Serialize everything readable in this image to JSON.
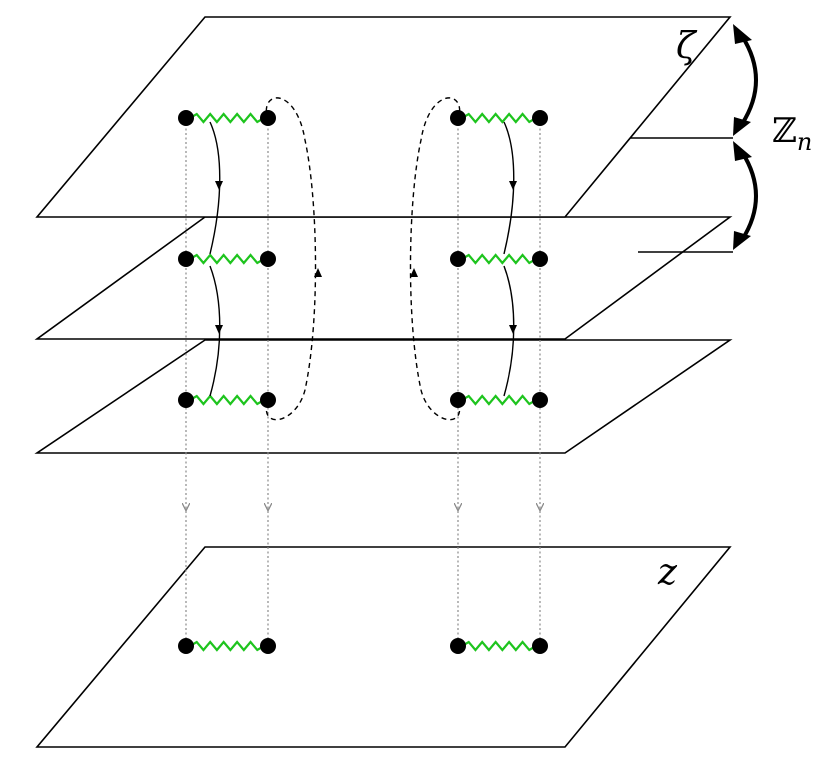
{
  "labels": {
    "zeta": "ζ",
    "zn": "ℤ",
    "zn_sub": "n",
    "z": "z"
  },
  "colors": {
    "cut": "#1ec41e",
    "point": "#000000",
    "projection": "#8a8a8a"
  }
}
